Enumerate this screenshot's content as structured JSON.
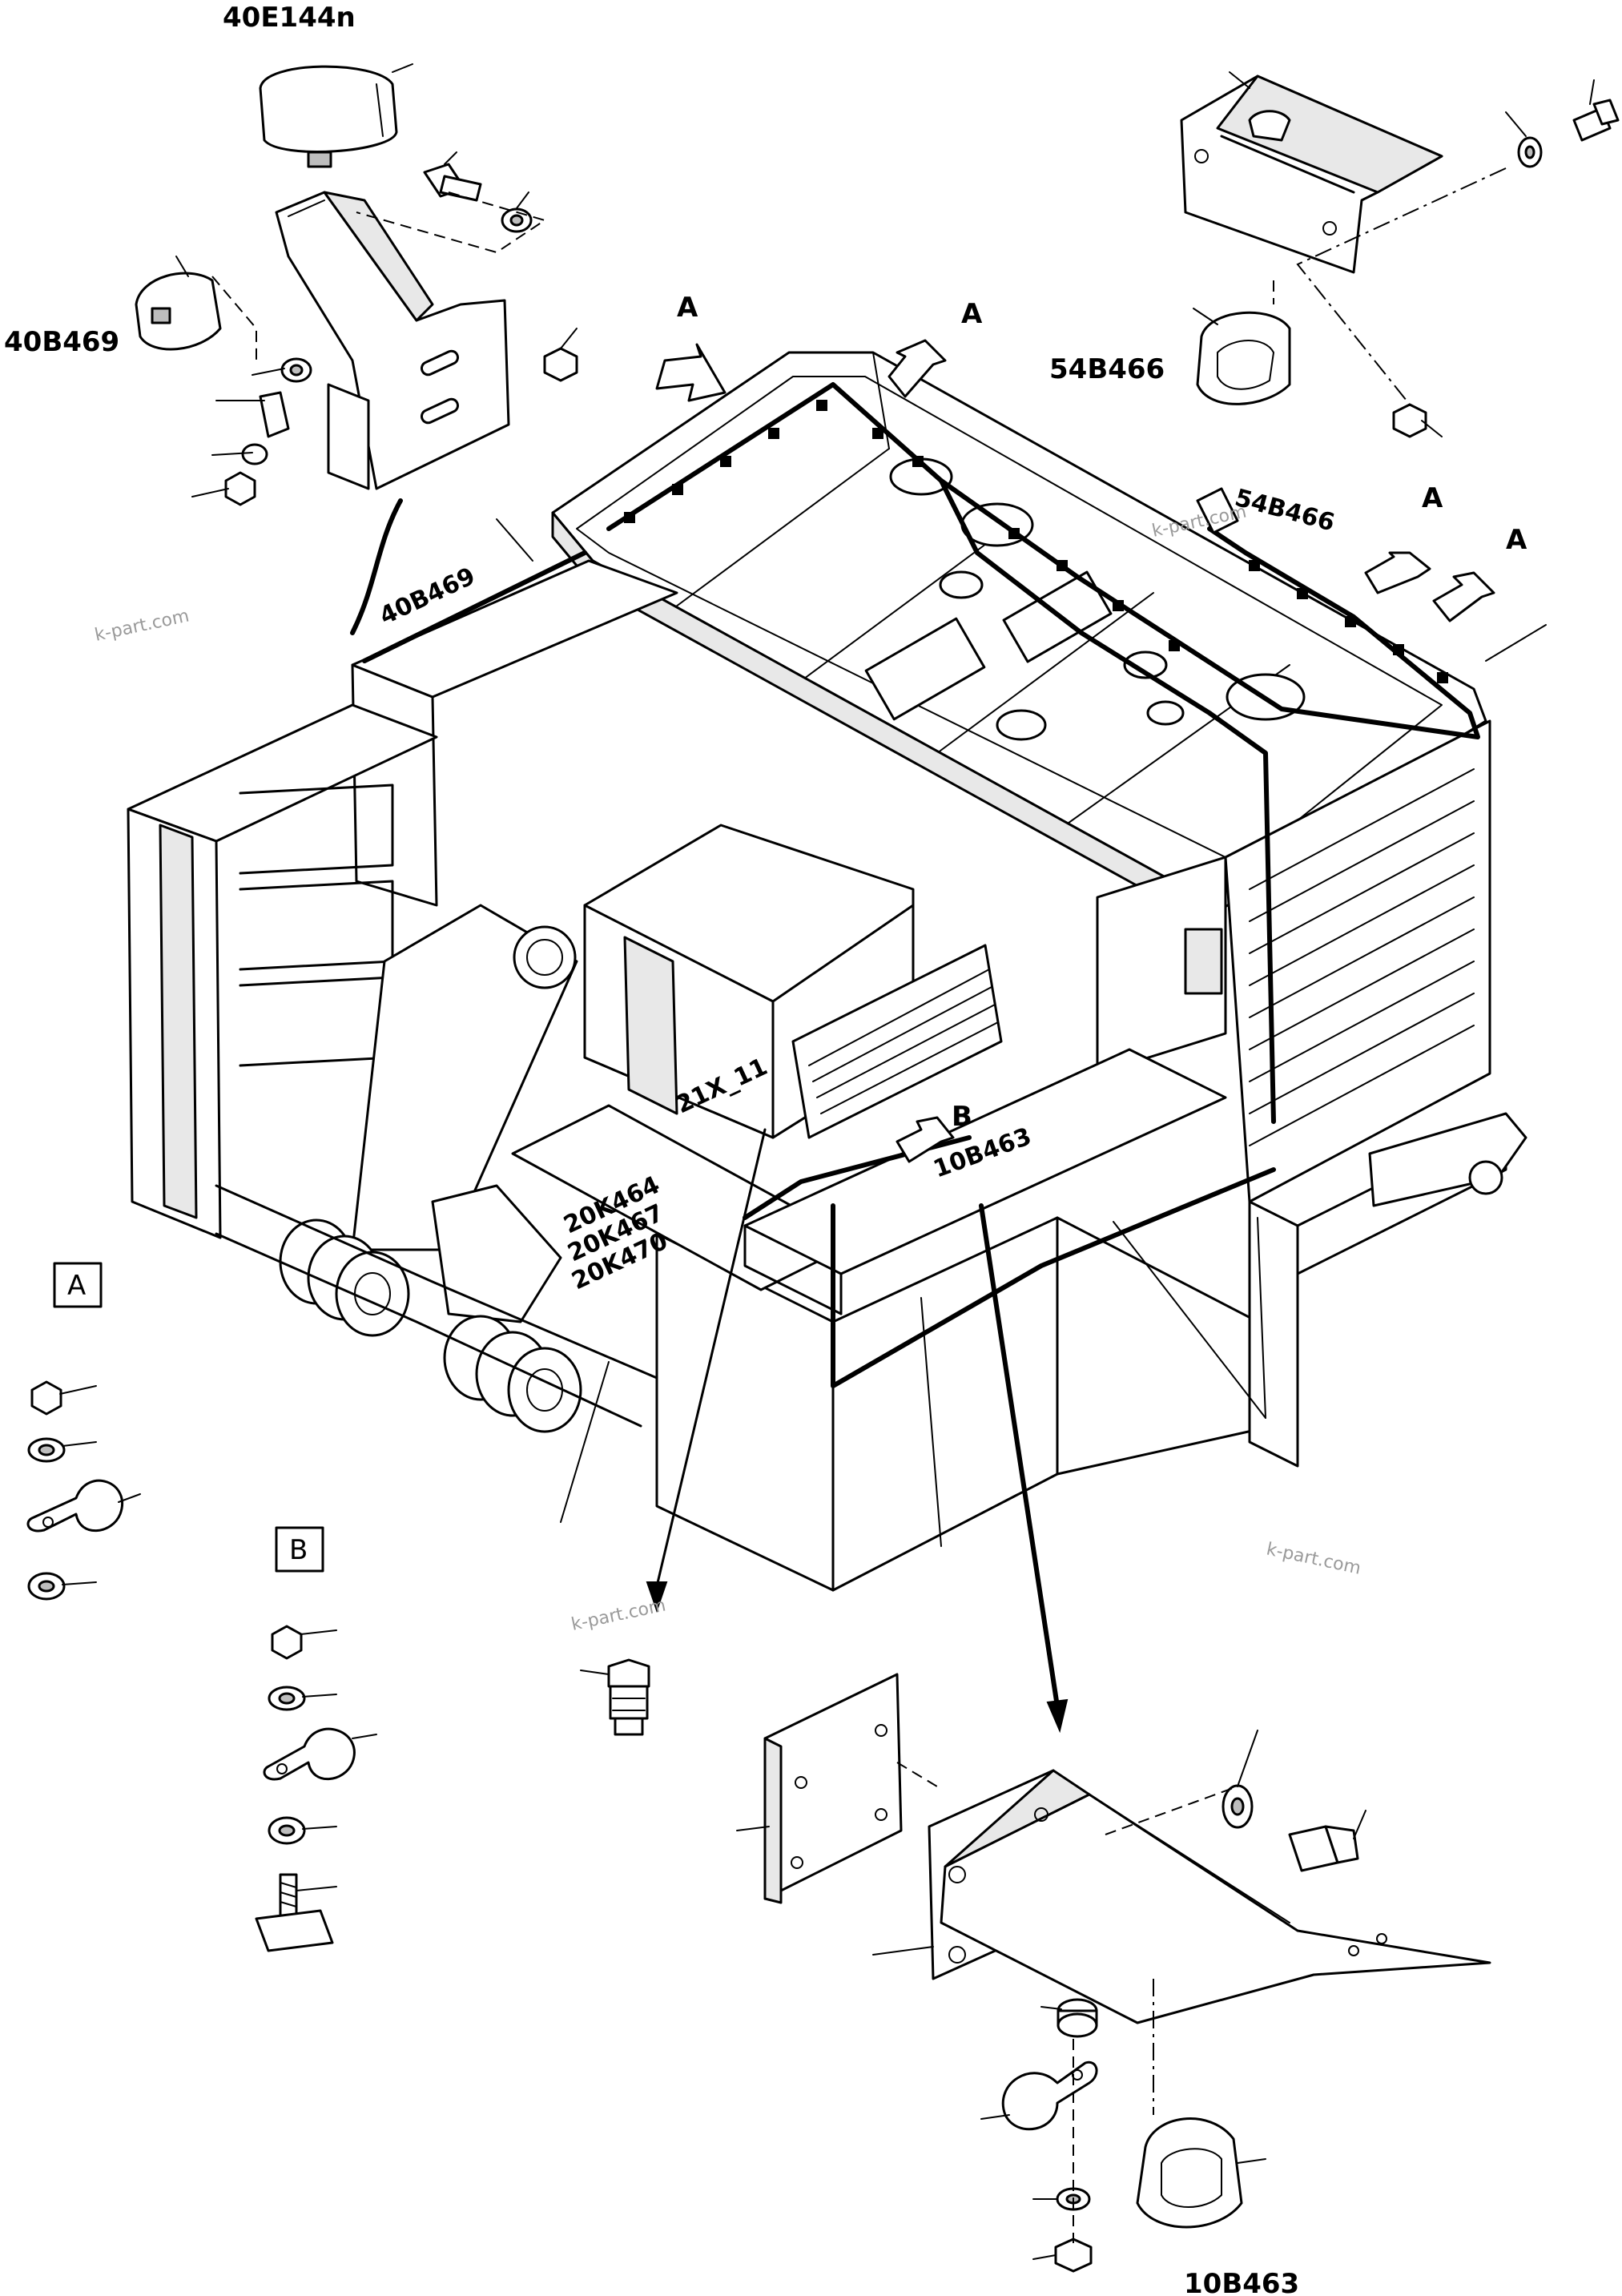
{
  "labels": {
    "horn_top_left": "40E144n",
    "horn_left": "40B469",
    "horn_right": "54B466",
    "harness_right": "54B466",
    "harness_left": "40B469",
    "connector_center": "21X_11",
    "relay_1": "20K464",
    "relay_2": "20K467",
    "relay_3": "20K470",
    "harness_front": "10B463",
    "horn_bottom": "10B463"
  },
  "view_arrows": [
    "A",
    "A",
    "A",
    "A",
    "B"
  ],
  "detail_boxes": {
    "a": "A",
    "b": "B"
  },
  "watermarks": [
    "k-part.com",
    "k-part.com",
    "k-part.com",
    "k-part.com"
  ]
}
